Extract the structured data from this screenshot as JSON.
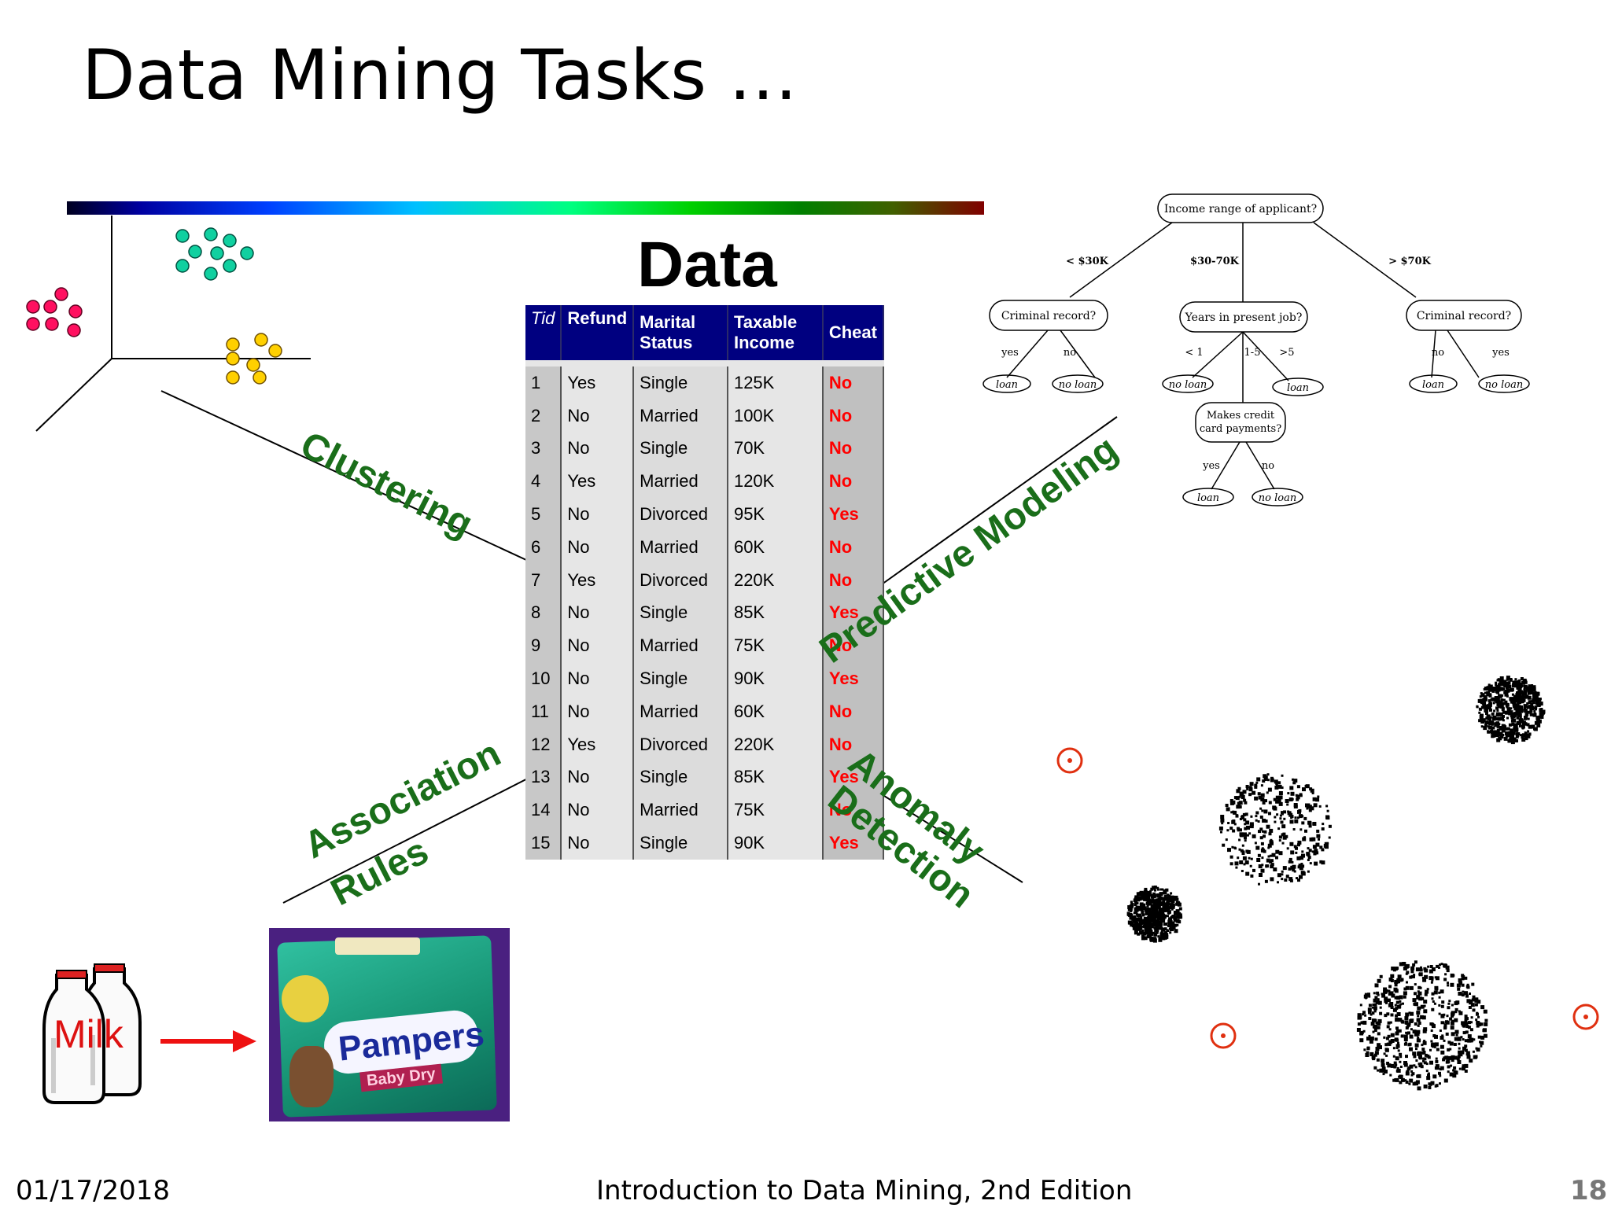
{
  "slide": {
    "title": "Data Mining Tasks …",
    "footer_date": "01/17/2018",
    "footer_title": "Introduction to Data Mining, 2nd Edition",
    "page_number": "18"
  },
  "data_heading": "Data",
  "table": {
    "headers": [
      "Tid",
      "Refund",
      "Marital Status",
      "Taxable Income",
      "Cheat"
    ],
    "rows": [
      [
        "1",
        "Yes",
        "Single",
        "125K",
        "No"
      ],
      [
        "2",
        "No",
        "Married",
        "100K",
        "No"
      ],
      [
        "3",
        "No",
        "Single",
        "70K",
        "No"
      ],
      [
        "4",
        "Yes",
        "Married",
        "120K",
        "No"
      ],
      [
        "5",
        "No",
        "Divorced",
        "95K",
        "Yes"
      ],
      [
        "6",
        "No",
        "Married",
        "60K",
        "No"
      ],
      [
        "7",
        "Yes",
        "Divorced",
        "220K",
        "No"
      ],
      [
        "8",
        "No",
        "Single",
        "85K",
        "Yes"
      ],
      [
        "9",
        "No",
        "Married",
        "75K",
        "No"
      ],
      [
        "10",
        "No",
        "Single",
        "90K",
        "Yes"
      ],
      [
        "11",
        "No",
        "Married",
        "60K",
        "No"
      ],
      [
        "12",
        "Yes",
        "Divorced",
        "220K",
        "No"
      ],
      [
        "13",
        "No",
        "Single",
        "85K",
        "Yes"
      ],
      [
        "14",
        "No",
        "Married",
        "75K",
        "No"
      ],
      [
        "15",
        "No",
        "Single",
        "90K",
        "Yes"
      ]
    ]
  },
  "tasks": {
    "clustering": "Clustering",
    "predictive": "Predictive Modeling",
    "association_line1": "Association",
    "association_line2": "Rules",
    "anomaly_line1": "Anomaly",
    "anomaly_line2": "Detection"
  },
  "tree": {
    "root": "Income range of applicant?",
    "branch_left": "< $30K",
    "branch_mid": "$30-70K",
    "branch_right": "> $70K",
    "node_left": "Criminal record?",
    "node_mid": "Years in present job?",
    "node_right": "Criminal record?",
    "yes": "yes",
    "no": "no",
    "lt1": "< 1",
    "range15": "1-5",
    "gt5": ">5",
    "loan": "loan",
    "no_loan": "no loan",
    "node_credit_line1": "Makes credit",
    "node_credit_line2": "card payments?"
  },
  "association": {
    "milk_label": "Milk",
    "product_label": "Pampers",
    "product_sublabel": "Baby Dry"
  },
  "colors": {
    "task_green": "#1a6e1a",
    "table_header": "#000080",
    "cheat_red": "#ff0000",
    "outlier_red": "#e03010"
  }
}
